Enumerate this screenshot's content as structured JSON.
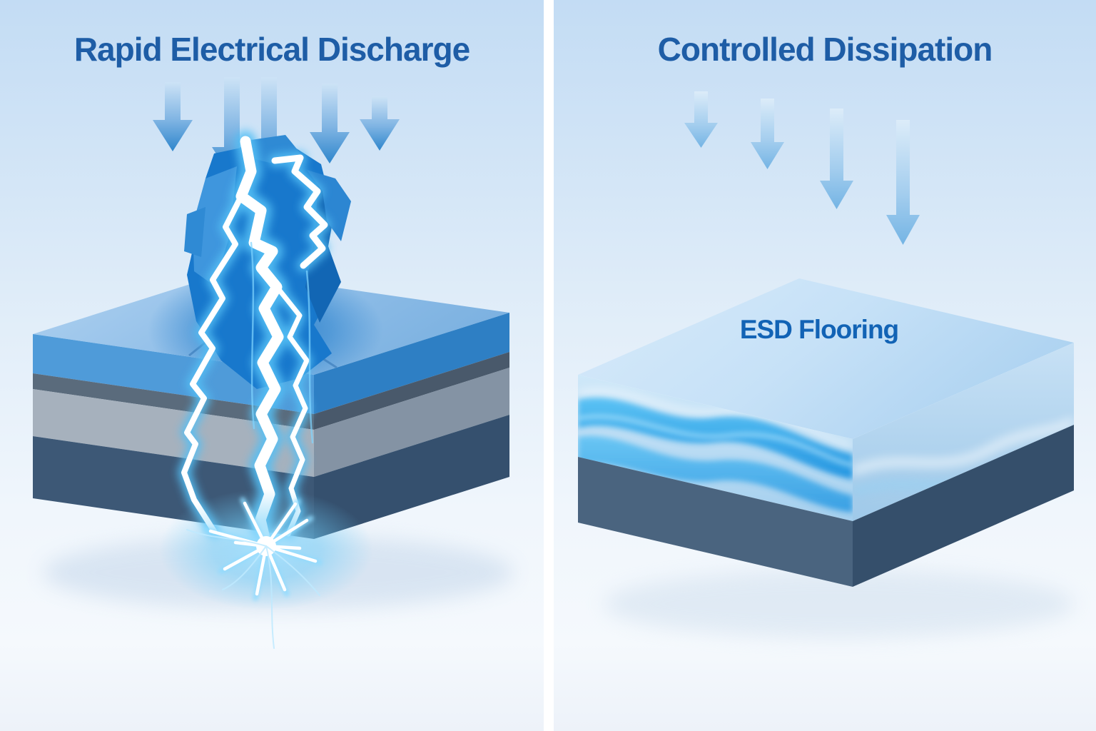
{
  "page": {
    "type": "comparison-illustration",
    "background_top_color": "#c3dcf4",
    "background_bottom_color": "#edf2f9",
    "divider_color": "#ffffff"
  },
  "left_panel": {
    "title": "Rapid Electrical Discharge",
    "title_color": "#1e5da6",
    "arrows": {
      "icon": "down-arrow-icon",
      "count": 5,
      "gradient_start": "#cde3f6",
      "gradient_end": "#2e86cc"
    },
    "lightning": {
      "icon": "lightning-bolt-icon",
      "core_color": "#ffffff",
      "glow_color": "#5ec6f7",
      "shard_colors": [
        "#1878cc",
        "#3f96dd",
        "#1266b4",
        "#2f8ad4"
      ],
      "impact_icon": "starburst-icon"
    },
    "slab": {
      "icon": "floor-slab-icon",
      "top_color": "#9cc6ec",
      "front_layer_colors": [
        "#4f9bd9",
        "#5a6b7c",
        "#a6b1bd",
        "#3d5876"
      ],
      "side_layer_colors": [
        "#2e7fc4",
        "#49596b",
        "#8493a4",
        "#35506e"
      ]
    }
  },
  "right_panel": {
    "title": "Controlled Dissipation",
    "title_color": "#1e5da6",
    "arrows": {
      "icon": "down-arrow-icon",
      "count": 4,
      "gradient_start": "#dcecf9",
      "gradient_end": "#74b4e4"
    },
    "slab": {
      "icon": "esd-floor-slab-icon",
      "label": "ESD Flooring",
      "label_color": "#1263b5",
      "top_color": "#cde5f8",
      "wave_layer_colors": [
        "#cfe8f9",
        "#55c0f4",
        "#1f93e0"
      ],
      "base_layer_color_front": "#4a647f",
      "base_layer_color_side": "#354f6b"
    }
  }
}
